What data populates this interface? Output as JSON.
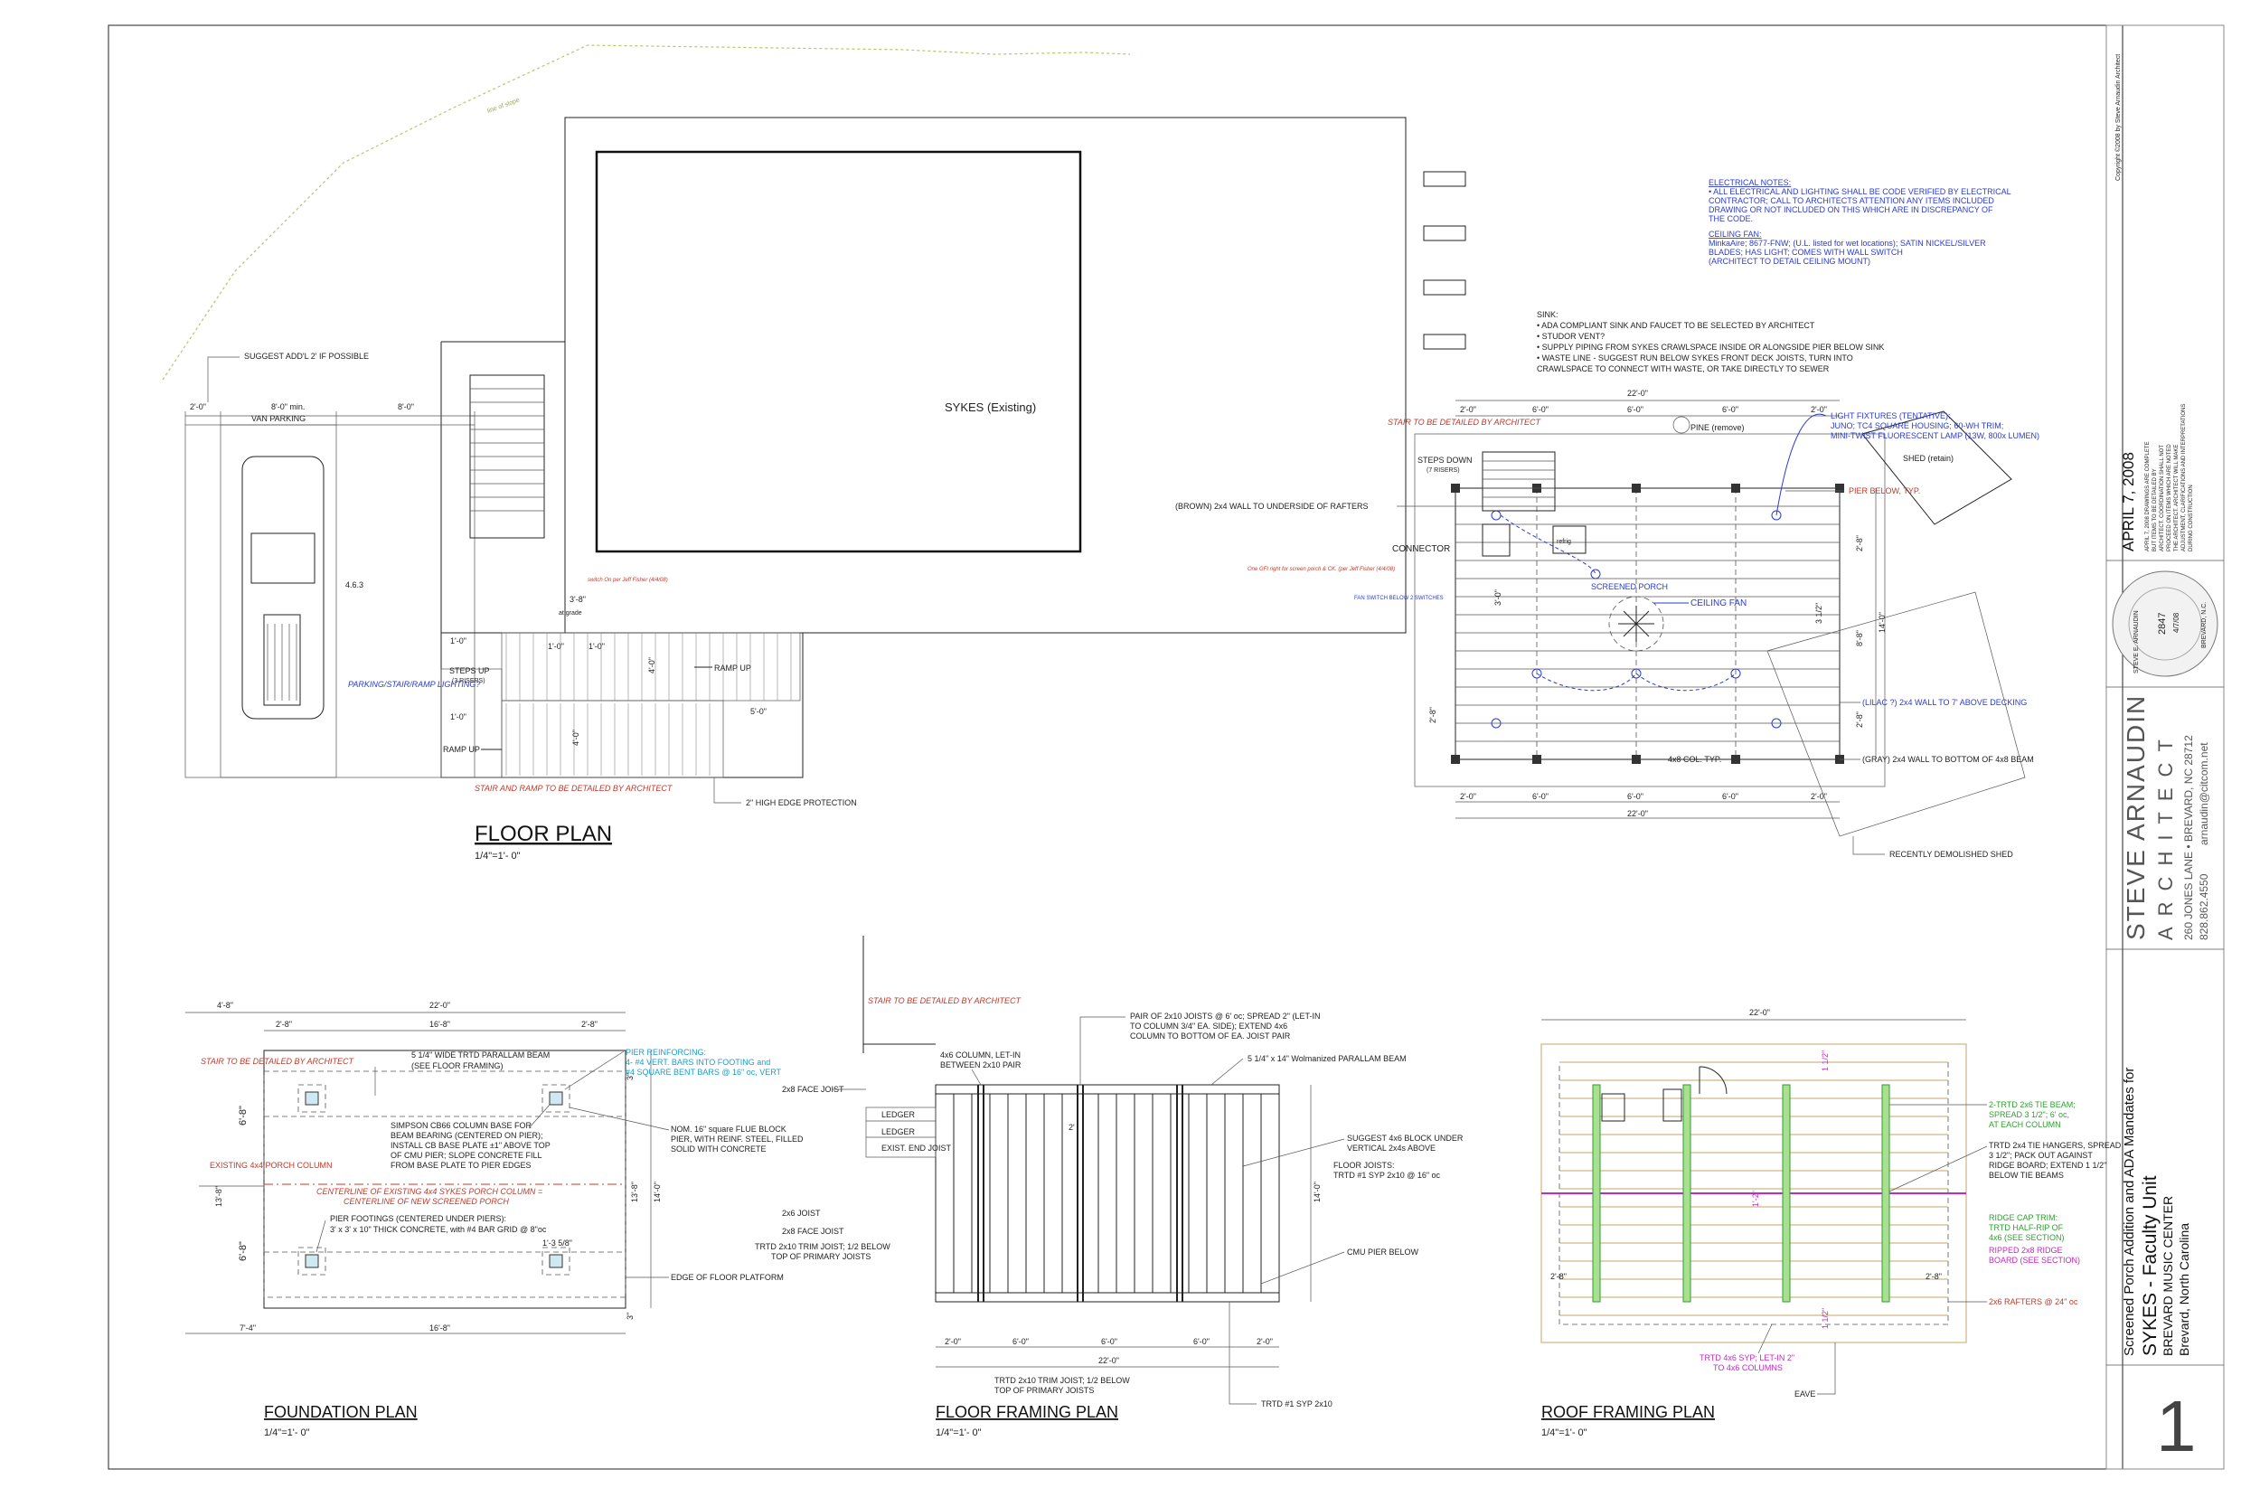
{
  "site": {
    "boundary_note": "line of slope"
  },
  "floor_plan": {
    "title": "FLOOR PLAN",
    "scale": "1/4\"=1'- 0\"",
    "sykes_label": "SYKES (Existing)",
    "van_parking": "VAN PARKING",
    "van_min": "8'-0\" min.",
    "dim_2": "2'-0\"",
    "dim_8": "8'-0\"",
    "suggest_2ft": "SUGGEST ADD'L 2' IF POSSIBLE",
    "parking_note": "PARKING/STAIR/RAMP LIGHTING?",
    "stair_ramp_note": "STAIR AND RAMP TO BE DETAILED BY ARCHITECT",
    "high_edge": "2\" HIGH EDGE PROTECTION",
    "ramp_up_1": "RAMP UP",
    "ramp_up_2": "RAMP UP",
    "steps_up": "STEPS UP",
    "steps_up_sub": "(3 RISERS)",
    "dim_3_8": "3'-8\"",
    "at_grade": "at grade",
    "dim_1_0": "1'-0\"",
    "dim_4_0": "4'-0\"",
    "dim_5_0": "5'-0\"",
    "dim_463": "4.6.3",
    "stair_detail": "STAIR TO BE DETAILED BY ARCHITECT",
    "steps_down": "STEPS DOWN",
    "steps_down_sub": "(7 RISERS)",
    "brown_wall": "(BROWN) 2x4 WALL TO UNDERSIDE OF RAFTERS",
    "connector": "CONNECTOR",
    "screened_porch": "SCREENED PORCH",
    "ceiling_fan": "CEILING FAN",
    "refrig": "refrig",
    "pine": "PINE (remove)",
    "shed_retain": "SHED (retain)",
    "pier_below": "PIER BELOW, TYP.",
    "lilac_wall": "(LILAC ?) 2x4 WALL TO 7' ABOVE DECKING",
    "gray_wall": "(GRAY) 2x4 WALL TO BOTTOM OF 4x8 BEAM",
    "col_typ": "4x8 COL. TYP.",
    "demolished_shed": "RECENTLY DEMOLISHED SHED",
    "porch_dim_22": "22'-0\"",
    "porch_dim_6": "6'-0\"",
    "porch_dim_2": "2'-0\"",
    "porch_dim_14": "14'-0\"",
    "porch_dim_2_8": "2'-8\"",
    "porch_dim_8_8": "8'-8\"",
    "porch_dim_3_12": "3 1/2\"",
    "porch_dim_3_0": "3'-0\"",
    "sink_notes": [
      "SINK:",
      "• ADA COMPLIANT SINK AND FAUCET TO BE SELECTED BY ARCHITECT",
      "• STUDOR VENT?",
      "• SUPPLY PIPING FROM SYKES CRAWLSPACE INSIDE OR ALONGSIDE PIER BELOW SINK",
      "• WASTE LINE - SUGGEST RUN BELOW SYKES FRONT DECK JOISTS, TURN INTO",
      "CRAWLSPACE TO CONNECT WITH WASTE, OR TAKE DIRECTLY TO SEWER"
    ],
    "electrical_notes": [
      "ELECTRICAL NOTES:",
      "• ALL ELECTRICAL AND LIGHTING SHALL BE CODE VERIFIED BY ELECTRICAL",
      "CONTRACTOR; CALL TO ARCHITECTS ATTENTION ANY ITEMS INCLUDED",
      "DRAWING OR NOT INCLUDED ON THIS WHICH ARE IN DISCREPANCY OF",
      "THE CODE.",
      "",
      "CEILING FAN:",
      "MinkaAire; 8677-FNW; (U.L. listed for wet locations); SATIN NICKEL/SILVER",
      "BLADES; HAS LIGHT; COMES WITH WALL SWITCH",
      "(ARCHITECT TO DETAIL CEILING MOUNT)"
    ],
    "light_notes": [
      "LIGHT FIXTURES (TENTATIVE):",
      "JUNO; TC4 SQUARE HOUSING; 60-WH TRIM;",
      "MINI-TWIST FLUORESCENT LAMP (13W, 800x LUMEN)"
    ],
    "fan_switch": "FAN SWITCH BELOW 2 SWITCHES",
    "one_gfi": "One GFI right for screen porch & CK. (per Jeff Fisher (4/4/08)",
    "switch_note": "switch On per Jeff Fisher (4/4/08)"
  },
  "foundation_plan": {
    "title": "FOUNDATION PLAN",
    "scale": "1/4\"=1'- 0\"",
    "stair_detail": "STAIR TO BE DETAILED BY ARCHITECT",
    "parallam": [
      "5 1/4\" WIDE TRTD PARALLAM BEAM",
      "(SEE FLOOR FRAMING)"
    ],
    "pier_reinf": [
      "PIER REINFORCING:",
      "4- #4 VERT. BARS INTO FOOTING and",
      "#4 SQUARE BENT BARS @ 16\" oc, VERT"
    ],
    "simpson": [
      "SIMPSON CB66 COLUMN BASE FOR",
      "BEAM BEARING (CENTERED ON PIER);",
      "INSTALL CB BASE PLATE ±1\" ABOVE TOP",
      "OF CMU PIER; SLOPE CONCRETE FILL",
      "FROM BASE PLATE TO PIER EDGES"
    ],
    "nom": [
      "NOM. 16\" square FLUE BLOCK",
      "PIER, WITH REINF. STEEL, FILLED",
      "SOLID WITH CONCRETE"
    ],
    "existing_col": "EXISTING 4x4 PORCH COLUMN",
    "centerline_1": "CENTERLINE OF EXISTING 4x4 SYKES PORCH COLUMN =",
    "centerline_2": "CENTERLINE OF NEW SCREENED PORCH",
    "footings": [
      "PIER FOOTINGS (CENTERED UNDER PIERS):",
      "3' x 3' x 10\" THICK CONCRETE, with #4 BAR GRID @ 8\"oc"
    ],
    "edge": "EDGE OF FLOOR PLATFORM",
    "dims": [
      "4'-8\"",
      "22'-0\"",
      "2'-8\"",
      "16'-8\"",
      "2'-8\"",
      "6'-8\"",
      "13'-8\"",
      "14'-0\"",
      "1'-3 5/8\"",
      "7'-4\"",
      "16'-8\"",
      "3\"",
      "3\""
    ]
  },
  "floor_framing_plan": {
    "title": "FLOOR FRAMING PLAN",
    "scale": "1/4\"=1'- 0\"",
    "stair_detail": "STAIR TO BE DETAILED BY ARCHITECT",
    "col_4x6": [
      "4x6 COLUMN, LET-IN",
      "BETWEEN 2x10 PAIR"
    ],
    "pair_2x10": [
      "PAIR OF 2x10 JOISTS @ 6' oc; SPREAD 2\" (LET-IN",
      "TO COLUMN 3/4\" EA. SIDE); EXTEND 4x6",
      "COLUMN TO BOTTOM OF EA. JOIST PAIR"
    ],
    "wolmanized": "5 1/4\" x 14\" Wolmanized PARALLAM BEAM",
    "face_joist_1": "2x8 FACE JOIST",
    "ledger_1": "LEDGER",
    "ledger_2": "LEDGER",
    "exist_end": "EXIST. END JOIST",
    "joist_2x6": "2x6 JOIST",
    "face_joist_2": "2x8 FACE JOIST",
    "trim_joist": [
      "TRTD 2x10 TRIM JOIST; 1/2 BELOW",
      "TOP OF PRIMARY JOISTS"
    ],
    "trim_joist_2": [
      "TRTD 2x10 TRIM JOIST; 1/2 BELOW",
      "TOP OF PRIMARY JOISTS"
    ],
    "suggest_block": [
      "SUGGEST 4x6 BLOCK UNDER",
      "VERTICAL 2x4s ABOVE"
    ],
    "floor_joists": [
      "FLOOR JOISTS:",
      "TRTD #1 SYP 2x10 @ 16\" oc"
    ],
    "cmu_pier": "CMU PIER BELOW",
    "trtd_syp": "TRTD #1 SYP 2x10",
    "dims": [
      "2'-0\"",
      "6'-0\"",
      "6'-0\"",
      "6'-0\"",
      "2'-0\"",
      "22'-0\"",
      "14'-0\"",
      "2'"
    ]
  },
  "roof_framing_plan": {
    "title": "ROOF FRAMING PLAN",
    "scale": "1/4\"=1'- 0\"",
    "tie_beam": [
      "2-TRTD 2x6 TIE BEAM;",
      "SPREAD 3 1/2\"; 6' oc,",
      "AT EACH COLUMN"
    ],
    "hangers": [
      "TRTD 2x4 TIE HANGERS, SPREAD",
      "3 1/2\"; PACK OUT AGAINST",
      "RIDGE BOARD; EXTEND 1 1/2\"",
      "BELOW TIE BEAMS"
    ],
    "ridge_cap": [
      "RIDGE CAP TRIM:",
      "TRTD HALF-RIP OF",
      "4x6 (SEE SECTION)"
    ],
    "ripped_ridge": [
      "RIPPED 2x8 RIDGE",
      "BOARD (SEE SECTION)"
    ],
    "rafters": "2x6 RAFTERS @ 24\" oc",
    "syp_let_in": [
      "TRTD 4x6 SYP; LET-IN 2\"",
      "TO 4x6 COLUMNS"
    ],
    "eave": "EAVE",
    "dims": [
      "22'-0\"",
      "2'-8\"",
      "2'-8\"",
      "1 1/2\"",
      "1 1/2\"",
      "1'-2\""
    ]
  },
  "title_block": {
    "date": "APRIL 7, 2008",
    "date_notes": [
      "APRIL 7, 2008 DRAWINGS ARE COMPLETE",
      "BUT ITEMS TO BE DETAILED BY",
      "ARCHITECT. COORDINATION SHALL NOT",
      "PROCEED ON ITEMS WHICH ARE NOTED",
      "THE ARCHITECT. ARCHITECT WILL MAKE",
      "ADJUSTMENT, CLARIFICATIONS AND INTERPRETATIONS",
      "DURING CONSTRUCTION"
    ],
    "copyright": "Copyright ©2008 by Steve Arnaudin Architect",
    "seal_text": [
      "STEVE E. ARNAUDIN",
      "2847",
      "4/7/08",
      "BREVARD, N.C."
    ],
    "architect_name": "STEVE ARNAUDIN",
    "architect_sub": "ARCHITECT",
    "address": "260 JONES LANE • BREVARD, NC 28712",
    "phone": "828.862.4550",
    "email": "arnaudin@citcom.net",
    "project_line1": "Screened Porch Addition and ADA Mandates for",
    "project_line2": "SYKES - Faculty Unit",
    "project_line3": "BREVARD MUSIC CENTER",
    "project_line4": "Brevard, North Carolina",
    "sheet_number": "1"
  }
}
